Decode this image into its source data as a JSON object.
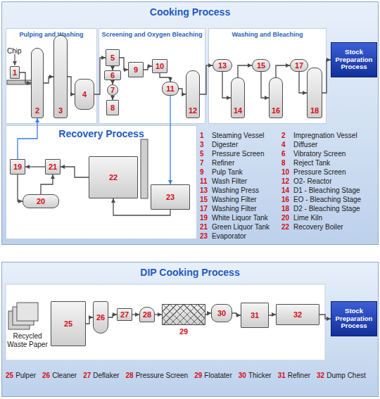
{
  "diagram": {
    "nodes": [
      {
        "text": [
          "Cooking Process"
        ]
      },
      {
        "text": [
          "Pulping and Washing"
        ],
        "in": 0
      },
      {
        "text": [
          "1"
        ],
        "in": 1
      },
      {
        "text": [
          "2"
        ],
        "in": 1
      },
      {
        "text": [
          "3"
        ],
        "in": 1
      },
      {
        "text": [
          "4"
        ],
        "in": 1
      },
      {
        "text": [
          "Screening and Oxygen Bleaching"
        ],
        "in": 0
      },
      {
        "text": [
          "5"
        ],
        "in": 6
      },
      {
        "text": [
          "6"
        ],
        "in": 6
      },
      {
        "text": [
          "7"
        ],
        "in": 6
      },
      {
        "text": [
          "8"
        ],
        "in": 6
      },
      {
        "text": [
          "9"
        ],
        "in": 6
      },
      {
        "text": [
          "10"
        ],
        "in": 6
      },
      {
        "text": [
          "11"
        ],
        "in": 6
      },
      {
        "text": [
          "12"
        ],
        "in": 6
      },
      {
        "text": [
          "Washing and Bleaching"
        ],
        "in": 0
      },
      {
        "text": [
          "13"
        ],
        "in": 15
      },
      {
        "text": [
          "14"
        ],
        "in": 15
      },
      {
        "text": [
          "15"
        ],
        "in": 15
      },
      {
        "text": [
          "16"
        ],
        "in": 15
      },
      {
        "text": [
          "17"
        ],
        "in": 15
      },
      {
        "text": [
          "18"
        ],
        "in": 15
      },
      {
        "text": [
          "Stock Preparation Process"
        ],
        "in": 0
      },
      {
        "text": [
          "Recovery Process"
        ],
        "in": 0
      },
      {
        "text": [
          "19"
        ],
        "in": 23
      },
      {
        "text": [
          "20"
        ],
        "in": 23
      },
      {
        "text": [
          "21"
        ],
        "in": 23
      },
      {
        "text": [
          "22"
        ],
        "in": 23
      },
      {
        "text": [
          "23"
        ],
        "in": 23
      },
      {
        "text": [
          "DIP Cooking Process"
        ]
      },
      {
        "text": [
          "25"
        ],
        "in": 29
      },
      {
        "text": [
          "26"
        ],
        "in": 29
      },
      {
        "text": [
          "27"
        ],
        "in": 29
      },
      {
        "text": [
          "28"
        ],
        "in": 29
      },
      {
        "text": [
          "29"
        ],
        "in": 29
      },
      {
        "text": [
          "30"
        ],
        "in": 29
      },
      {
        "text": [
          "31"
        ],
        "in": 29
      },
      {
        "text": [
          "32"
        ],
        "in": 29
      },
      {
        "text": [
          "Stock Preparation Process"
        ],
        "in": 29
      }
    ],
    "edges": [
      {
        "from": 2,
        "to": 3,
        "arrow": "to"
      },
      {
        "from": 3,
        "to": 4,
        "arrow": "to"
      },
      {
        "from": 4,
        "to": 5,
        "arrow": "to"
      },
      {
        "from": 5,
        "to": 7,
        "arrow": "to"
      },
      {
        "from": 7,
        "to": 8,
        "arrow": "to"
      },
      {
        "from": 8,
        "to": 9,
        "arrow": "to"
      },
      {
        "from": 9,
        "to": 10,
        "arrow": "to"
      },
      {
        "from": 7,
        "to": 11,
        "arrow": "to"
      },
      {
        "from": 11,
        "to": 12,
        "arrow": "to"
      },
      {
        "from": 12,
        "to": 13,
        "arrow": "to"
      },
      {
        "from": 13,
        "to": 14,
        "arrow": "to"
      },
      {
        "from": 14,
        "to": 16,
        "arrow": "to"
      },
      {
        "from": 16,
        "to": 17,
        "arrow": "to"
      },
      {
        "from": 17,
        "to": 18,
        "arrow": "to"
      },
      {
        "from": 18,
        "to": 19,
        "arrow": "to"
      },
      {
        "from": 19,
        "to": 20,
        "arrow": "to"
      },
      {
        "from": 20,
        "to": 21,
        "arrow": "to"
      },
      {
        "from": 21,
        "to": 22,
        "arrow": "to"
      },
      {
        "from": 13,
        "to": 28,
        "arrow": "to"
      },
      {
        "from": 28,
        "to": 27,
        "arrow": "to"
      },
      {
        "from": 27,
        "to": 26,
        "arrow": "to"
      },
      {
        "from": 26,
        "to": 24,
        "arrow": "to"
      },
      {
        "from": 24,
        "to": 25,
        "arrow": "to"
      },
      {
        "from": 25,
        "to": 26,
        "arrow": "to"
      },
      {
        "from": 24,
        "to": 3,
        "arrow": "to"
      },
      {
        "from": 30,
        "to": 31,
        "arrow": "to"
      },
      {
        "from": 31,
        "to": 32,
        "arrow": "to"
      },
      {
        "from": 32,
        "to": 33,
        "arrow": "to"
      },
      {
        "from": 33,
        "to": 34,
        "arrow": "to"
      },
      {
        "from": 34,
        "to": 35,
        "arrow": "to"
      },
      {
        "from": 35,
        "to": 36,
        "arrow": "to"
      },
      {
        "from": 36,
        "to": 37,
        "arrow": "to"
      },
      {
        "from": 37,
        "to": 38,
        "arrow": "to"
      }
    ],
    "labels": [
      "Chip",
      "1",
      "Steaming Vessel",
      "2",
      "Impregnation Vessel",
      "3",
      "Digester",
      "4",
      "Diffuser",
      "5",
      "Pressure Screen",
      "6",
      "Vibratory Screen",
      "7",
      "Refiner",
      "8",
      "Reject Tank",
      "9",
      "Pulp Tank",
      "10",
      "Pressure Screen",
      "11",
      "Wash Filter",
      "12",
      "O2- Reactor",
      "13",
      "Washing Press",
      "14",
      "D1 - Bleaching Stage",
      "15",
      "Washing Filter",
      "16",
      "EO - Bleaching Stage",
      "17",
      "Washing Filter",
      "18",
      "D2 - Bleaching Stage",
      "19",
      "White Liquor Tank",
      "20",
      "Lime Kiln",
      "21",
      "Green Liquor Tank",
      "22",
      "Recovery Boiler",
      "23",
      "Evaporator",
      "Recycled Waste Paper",
      "25",
      "Pulper",
      "26",
      "Cleaner",
      "27",
      "Deflaker",
      "28",
      "Pressure Screen",
      "29",
      "Floatater",
      "30",
      "Thicker",
      "31",
      "Refiner",
      "32",
      "Dump Chest"
    ]
  }
}
